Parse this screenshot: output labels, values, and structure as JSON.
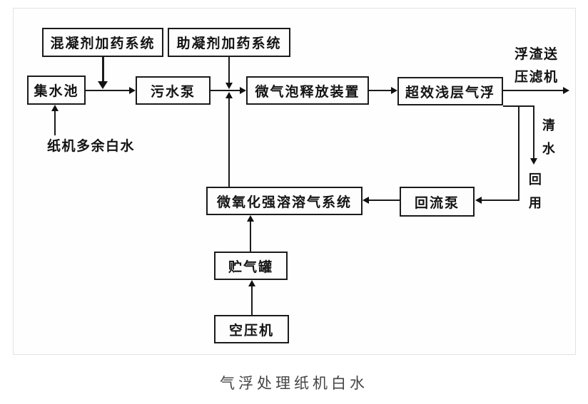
{
  "page": {
    "caption": "气浮处理纸机白水"
  },
  "diagram": {
    "nodes": [
      {
        "id": "coagulant-dosing-system",
        "label": "混凝剂加药系统"
      },
      {
        "id": "flocculant-dosing-system",
        "label": "助凝剂加药系统"
      },
      {
        "id": "collection-tank",
        "label": "集水池"
      },
      {
        "id": "sewage-pump",
        "label": "污水泵"
      },
      {
        "id": "microbubble-release-device",
        "label": "微气泡释放装置"
      },
      {
        "id": "shallow-air-flotation",
        "label": "超效浅层气浮"
      },
      {
        "id": "micro-oxidation-dissolved-air-system",
        "label": "微氧化强溶溶气系统"
      },
      {
        "id": "return-pump",
        "label": "回流泵"
      },
      {
        "id": "air-storage-tank",
        "label": "贮气罐"
      },
      {
        "id": "air-compressor",
        "label": "空压机"
      }
    ],
    "labels": {
      "influent": "纸机多余白水",
      "scum_line1": "浮渣送",
      "scum_line2": "压滤机",
      "clear_water": "清水",
      "reuse": "回用"
    }
  }
}
